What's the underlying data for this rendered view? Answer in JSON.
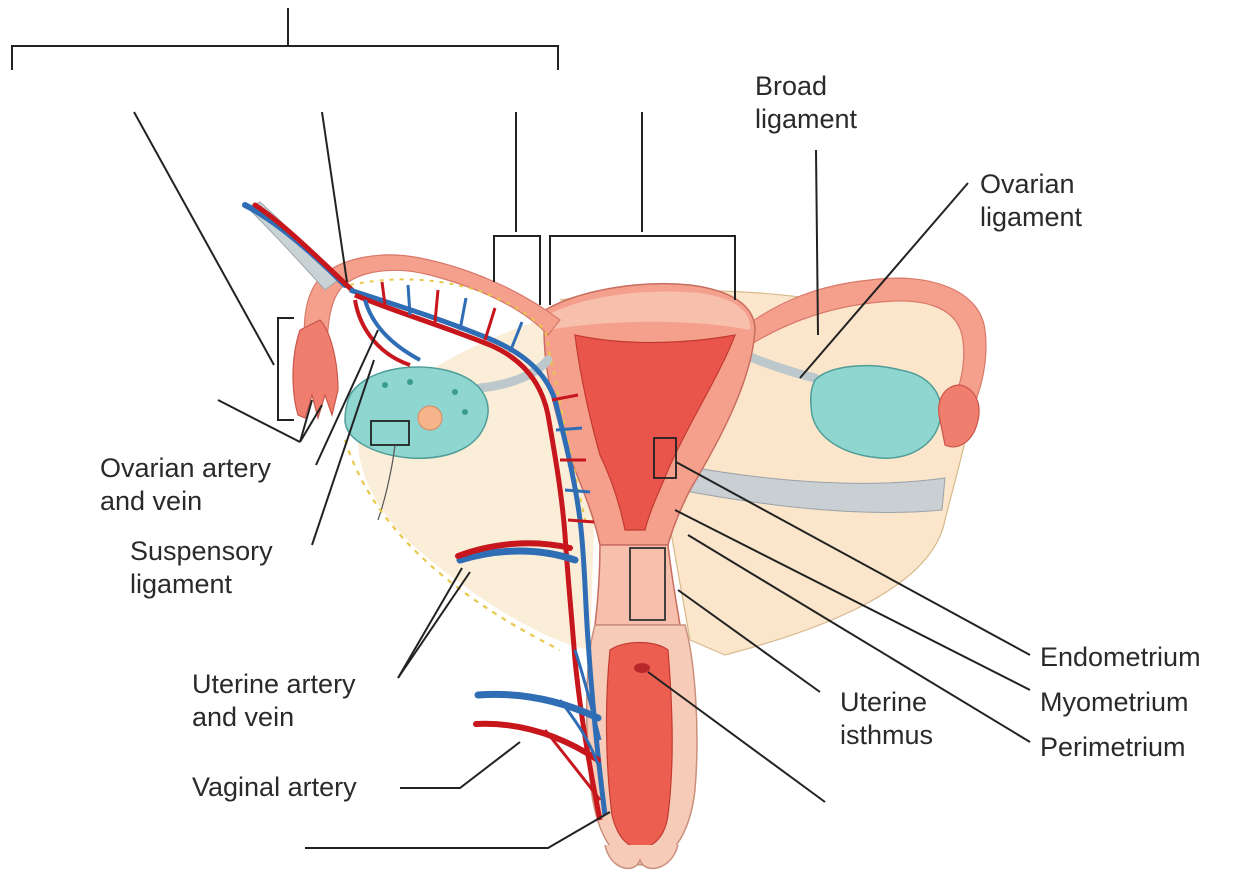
{
  "labels": {
    "broad_ligament": [
      "Broad",
      "ligament"
    ],
    "ovarian_ligament": [
      "Ovarian",
      "ligament"
    ],
    "ovarian_artery_vein": [
      "Ovarian artery",
      "and vein"
    ],
    "suspensory_ligament": [
      "Suspensory",
      "ligament"
    ],
    "uterine_artery_vein": [
      "Uterine artery",
      "and vein"
    ],
    "vaginal_artery": "Vaginal artery",
    "endometrium": "Endometrium",
    "myometrium": "Myometrium",
    "perimetrium": "Perimetrium",
    "uterine_isthmus": [
      "Uterine",
      "isthmus"
    ]
  },
  "colors": {
    "artery": "#c8161d",
    "vein": "#2f6db5",
    "uterus_wall": "#f29a86",
    "uterus_light": "#f7c1b0",
    "endometrium": "#e9554a",
    "ovary": "#8fd3cf",
    "broad_ligament": "#fbe5c8",
    "leader_line": "#222222"
  }
}
